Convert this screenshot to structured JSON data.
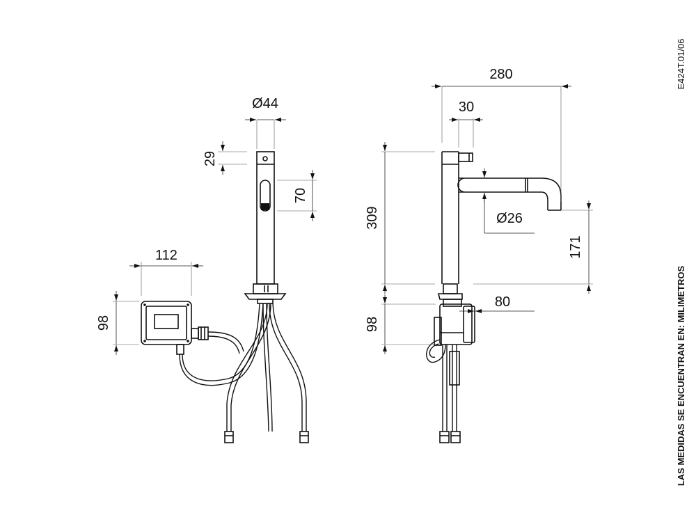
{
  "front_view": {
    "dim_diameter_top": "Ø44",
    "dim_29": "29",
    "dim_70": "70",
    "dim_112": "112",
    "dim_98": "98"
  },
  "side_view": {
    "dim_280": "280",
    "dim_30": "30",
    "dim_309": "309",
    "dim_diameter_spout": "Ø26",
    "dim_171": "171",
    "dim_80": "80",
    "dim_98": "98"
  },
  "sidebar": {
    "drawing_code": "E424T.01/06",
    "units_note": "LAS MEDIDAS SE ENCUENTRAN EN: MILIMETROS"
  }
}
